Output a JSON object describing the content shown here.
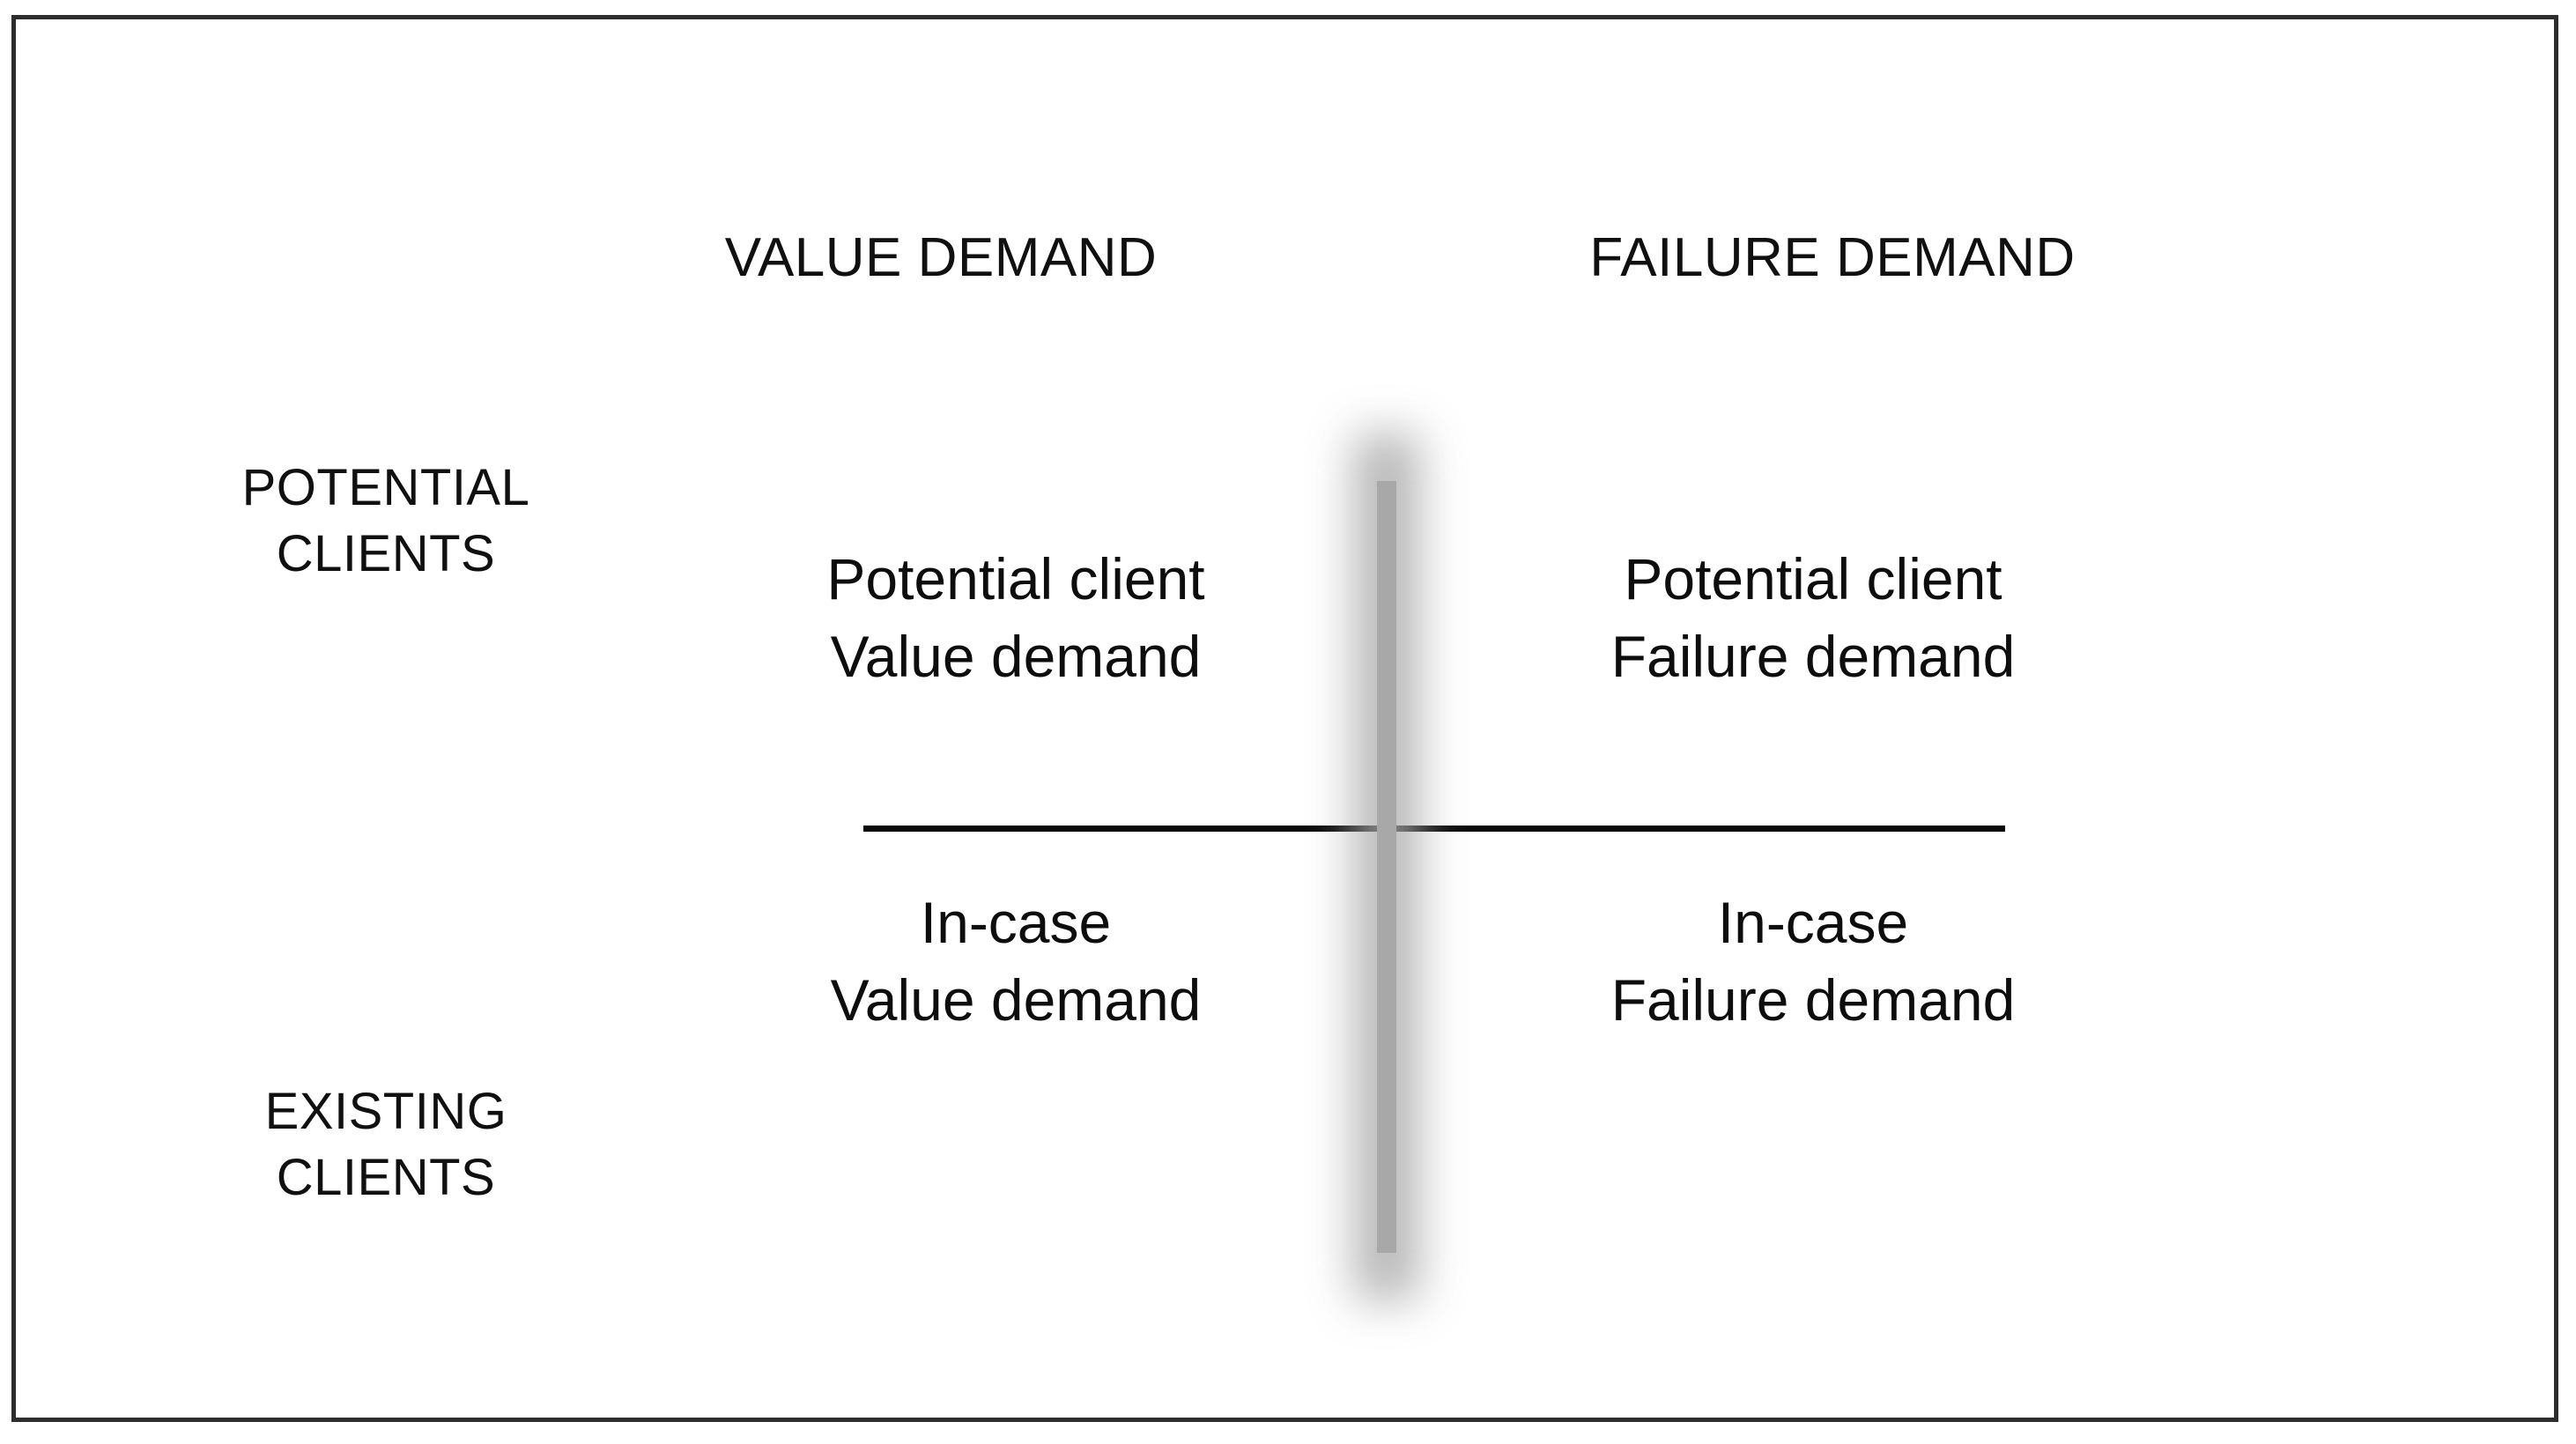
{
  "figure": {
    "border_color": "#2d2d2d",
    "background_color": "#ffffff",
    "text_color": "#101010",
    "divider_line_color": "#0a0a0a",
    "vertical_bar_color": "#a8a8a8"
  },
  "columns": [
    {
      "id": "value-demand",
      "label": "VALUE DEMAND"
    },
    {
      "id": "failure-demand",
      "label": "FAILURE DEMAND"
    }
  ],
  "rows": [
    {
      "id": "potential-clients",
      "label_lines": [
        "POTENTIAL",
        "CLIENTS"
      ]
    },
    {
      "id": "existing-clients",
      "label_lines": [
        "EXISTING",
        "CLIENTS"
      ]
    }
  ],
  "quadrants": {
    "top_left": {
      "line1": "Potential client",
      "line2": "Value demand"
    },
    "top_right": {
      "line1": "Potential client",
      "line2": "Failure demand"
    },
    "bottom_left": {
      "line1": "In-case",
      "line2": "Value demand"
    },
    "bottom_right": {
      "line1": "In-case",
      "line2": "Failure demand"
    }
  },
  "chart_data": {
    "type": "table",
    "title": "",
    "xlabel": "",
    "ylabel": "",
    "categories": [
      "VALUE DEMAND",
      "FAILURE DEMAND"
    ],
    "row_categories": [
      "POTENTIAL CLIENTS",
      "EXISTING CLIENTS"
    ],
    "cells": [
      [
        "Potential client Value demand",
        "Potential client Failure demand"
      ],
      [
        "In-case Value demand",
        "In-case Failure demand"
      ]
    ]
  }
}
